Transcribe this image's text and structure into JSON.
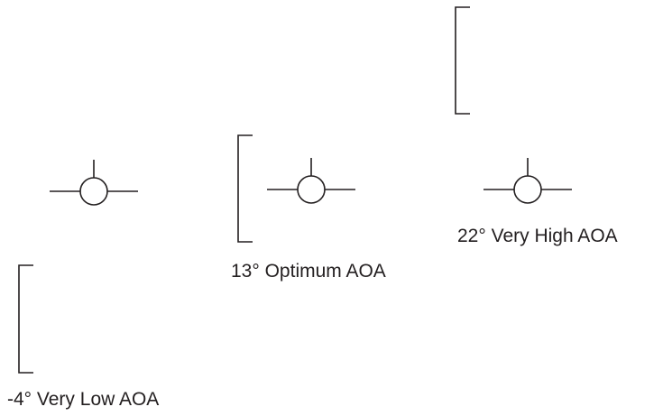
{
  "panels": [
    {
      "id": "very-low",
      "label": "-4° Very Low AOA"
    },
    {
      "id": "optimum",
      "label": "13° Optimum AOA"
    },
    {
      "id": "very-high",
      "label": "22° Very High AOA"
    }
  ]
}
